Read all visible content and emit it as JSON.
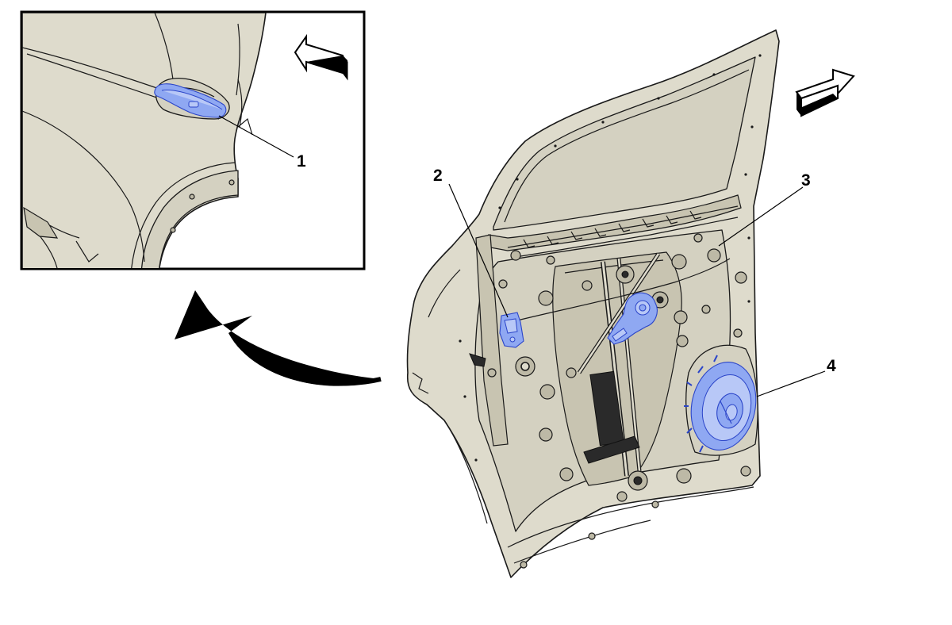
{
  "callouts": [
    {
      "id": "1",
      "label": "1"
    },
    {
      "id": "2",
      "label": "2"
    },
    {
      "id": "3",
      "label": "3"
    },
    {
      "id": "4",
      "label": "4"
    }
  ],
  "parts": {
    "highlight_color": "#8fa8f2",
    "highlight_stroke": "#2b45c9",
    "panel_color": "#dedbcc"
  },
  "icons": {
    "inset_view_arrow": "left-direction-arrow-icon",
    "main_view_arrow": "right-direction-arrow-icon",
    "detail_pointer": "curved-detail-arrow-icon"
  }
}
